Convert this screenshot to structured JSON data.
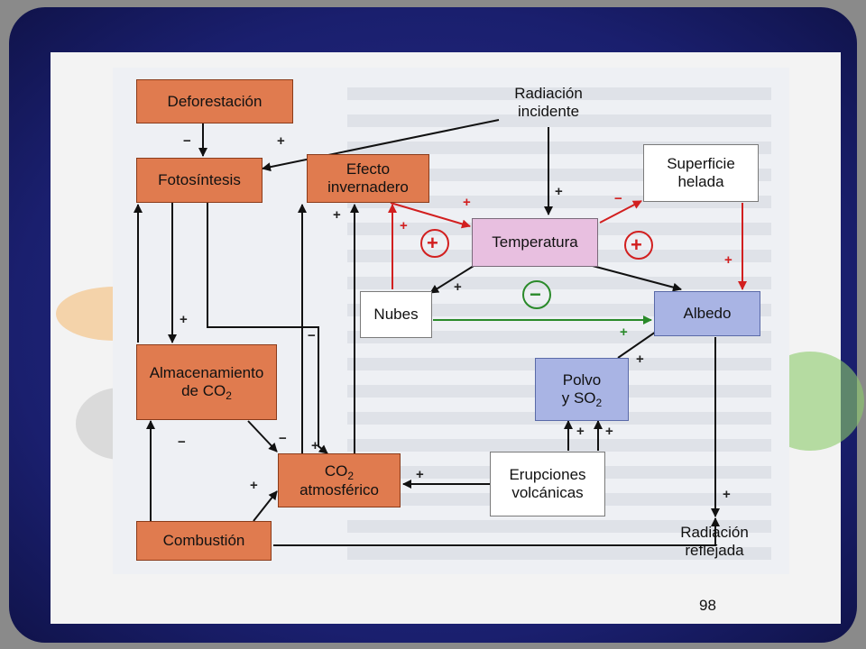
{
  "nodes": {
    "deforestacion": "Deforestación",
    "radiacion_incidente": "Radiación incidente",
    "fotosintesis": "Fotosíntesis",
    "efecto_invernadero": "Efecto invernadero",
    "superficie_helada": "Superficie helada",
    "temperatura": "Temperatura",
    "nubes": "Nubes",
    "albedo": "Albedo",
    "almacenamiento_main": "Almacenamiento",
    "almacenamiento_de": "de CO",
    "almacenamiento_sub": "2",
    "polvo_line1": "Polvo",
    "polvo_line2": "y SO",
    "polvo_sub": "2",
    "co2_main": "CO",
    "co2_sub": "2",
    "co2_line2": "atmosférico",
    "erupciones": "Erupciones volcánicas",
    "combustion": "Combustión",
    "radiacion_reflejada": "Radiación reflejada"
  },
  "signs": {
    "plus": "+",
    "minus": "−",
    "circle_plus": "+",
    "circle_minus": "−"
  },
  "colors": {
    "orange": "#e07b4f",
    "pink": "#e8bfe0",
    "blue": "#a9b4e4",
    "red": "#d21f1f",
    "green": "#2a8a2a"
  },
  "page_number": "98"
}
